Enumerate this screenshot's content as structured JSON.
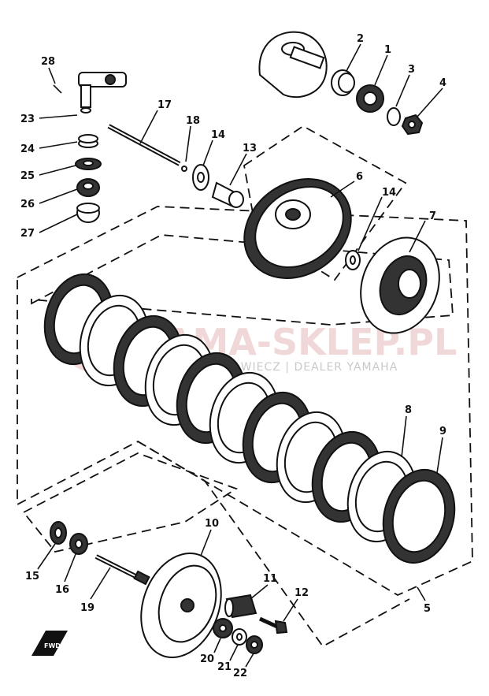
{
  "watermark": {
    "brand": "YAMA-SKLEP.PL",
    "tagline": "WOJCIECH KRAWIECZ | DEALER YAMAHA"
  },
  "fwd_tag": "FWD",
  "callouts": {
    "c1": "1",
    "c2": "2",
    "c3": "3",
    "c4": "4",
    "c5": "5",
    "c6": "6",
    "c7": "7",
    "c8": "8",
    "c9": "9",
    "c10": "10",
    "c11": "11",
    "c12": "12",
    "c13": "13",
    "c14a": "14",
    "c14b": "14",
    "c15": "15",
    "c16": "16",
    "c17": "17",
    "c18": "18",
    "c19": "19",
    "c20": "20",
    "c21": "21",
    "c22": "22",
    "c23": "23",
    "c24": "24",
    "c25": "25",
    "c26": "26",
    "c27": "27",
    "c28": "28"
  }
}
